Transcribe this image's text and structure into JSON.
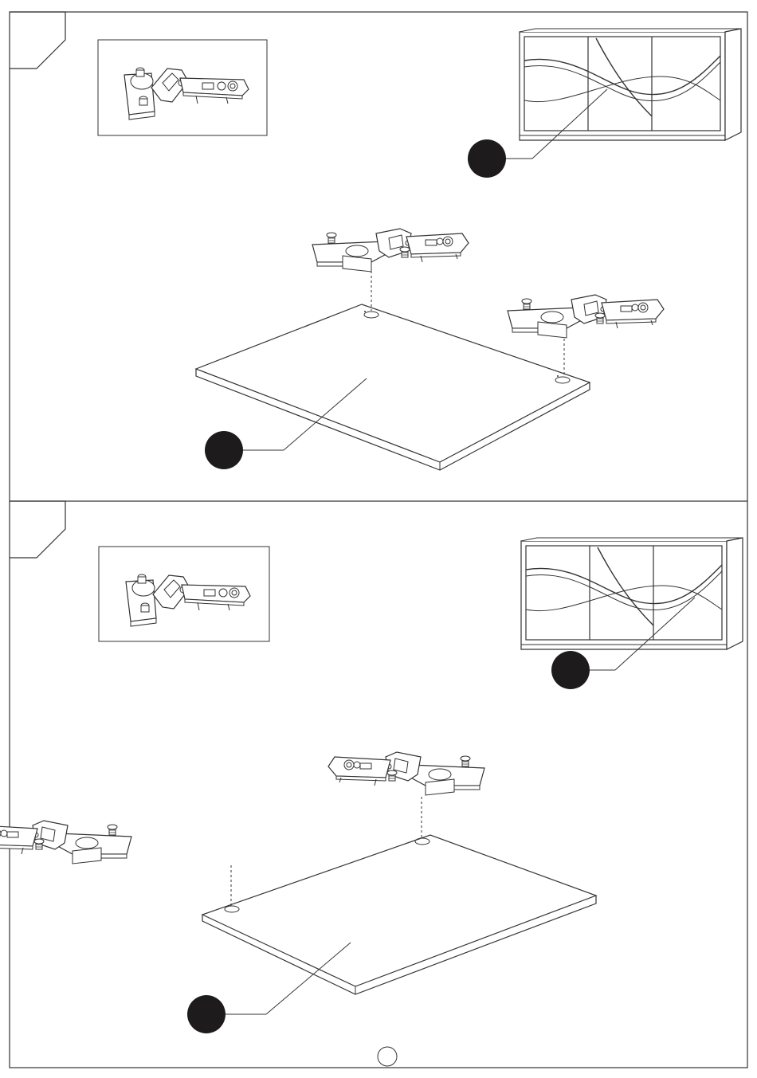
{
  "document": {
    "type": "assembly-instructions",
    "page_number": "",
    "steps": [
      {
        "number": "",
        "callouts": [
          {
            "label": ""
          },
          {
            "label": ""
          }
        ],
        "hinge_count": 2
      },
      {
        "number": "",
        "callouts": [
          {
            "label": ""
          },
          {
            "label": ""
          }
        ],
        "hinge_count": 2
      }
    ]
  },
  "colors": {
    "line": "#333333",
    "callout_fill": "#1e1b1c",
    "background": "#ffffff"
  },
  "icons": [
    "concealed-hinge-icon",
    "sideboard-icon",
    "door-panel-icon",
    "screw-icon"
  ]
}
